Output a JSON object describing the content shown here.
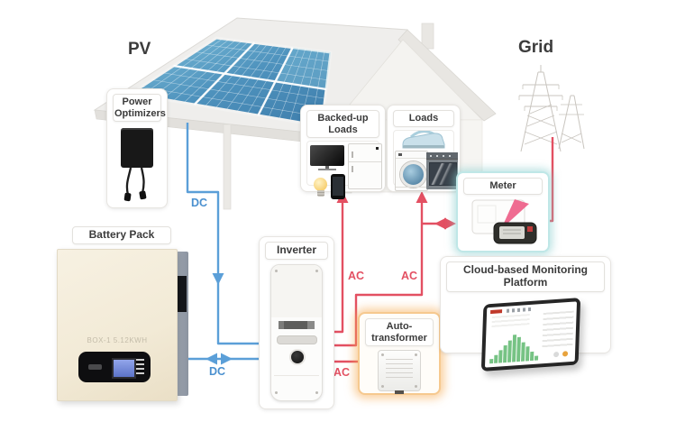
{
  "area_labels": {
    "pv": "PV",
    "grid": "Grid"
  },
  "cards": {
    "power_optimizers": {
      "label": "Power Optimizers"
    },
    "backed_up_loads": {
      "label": "Backed-up Loads",
      "appliance_icons": [
        "tv",
        "refrigerator",
        "light-bulb",
        "tablet-device"
      ]
    },
    "loads": {
      "label": "Loads",
      "appliance_icons": [
        "iron",
        "washing-machine",
        "oven"
      ]
    },
    "meter": {
      "label": "Meter"
    },
    "battery": {
      "label": "Battery Pack",
      "model_text": "BOX-1 5.12KWH"
    },
    "inverter": {
      "label": "Inverter"
    },
    "auto_transformer": {
      "label_line1": "Auto-",
      "label_line2": "transformer"
    },
    "cloud_platform": {
      "label": "Cloud-based Monitoring Platform"
    }
  },
  "wire_labels": {
    "dc_pv_to_inverter": "DC",
    "dc_battery_to_inverter": "DC",
    "ac_inverter_to_backed_up_loads": "AC",
    "ac_inverter_to_loads": "AC",
    "ac_inverter_to_auto_transformer": "AC"
  },
  "colors": {
    "dc_line": "#5b9fd8",
    "ac_line": "#e35062",
    "meter_glow": "#8fd0d0",
    "auto_transformer_glow": "#f5a950",
    "solar_panel_blue": "#4b8fba",
    "monitor_bars_green": "#76c384"
  }
}
